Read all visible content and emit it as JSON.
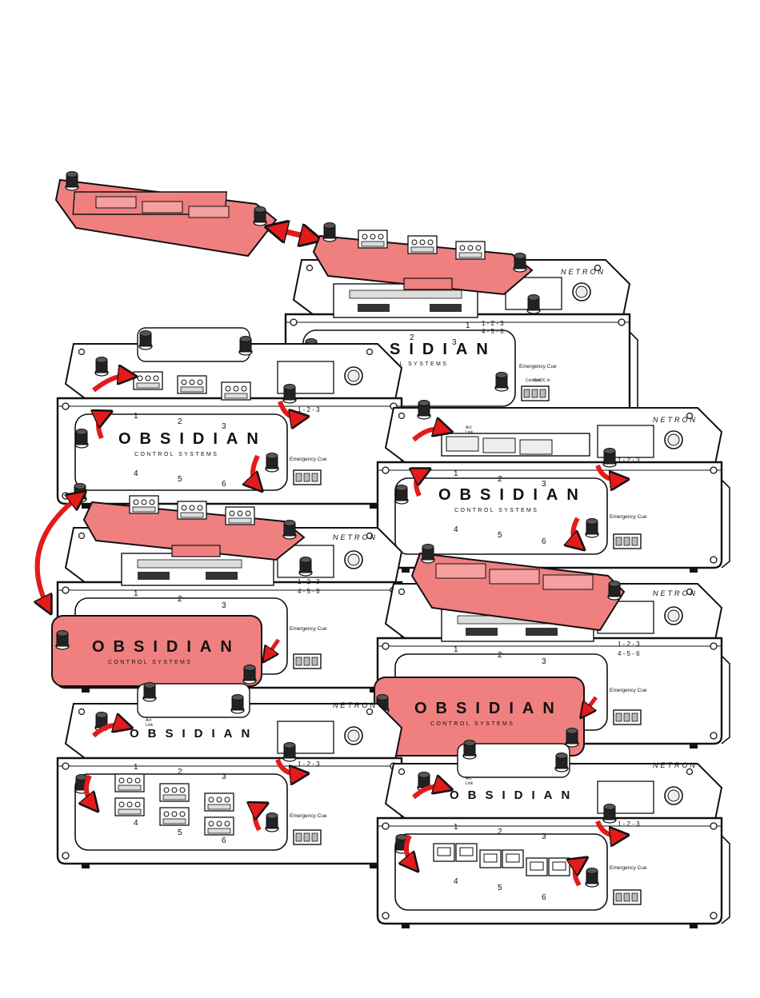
{
  "brand": {
    "wordmark": "OBSIDIAN",
    "tagline": "CONTROL SYSTEMS",
    "product_logo": "NETRON"
  },
  "device_labels": {
    "emergency_cue": "Emergency Cue",
    "contact": "Contact",
    "gnd": "Gnd",
    "dc_in": "DC in",
    "act": "Act",
    "link": "Link",
    "port_group_top": "1 - 2 - 3",
    "port_group_bottom": "4 - 5 - 6",
    "port_numbers": [
      "1",
      "2",
      "3",
      "4",
      "5",
      "6"
    ]
  },
  "colors": {
    "module_highlight": "#f08080",
    "arrow": "#e31b1b",
    "outline": "#111111",
    "body": "#ffffff"
  }
}
